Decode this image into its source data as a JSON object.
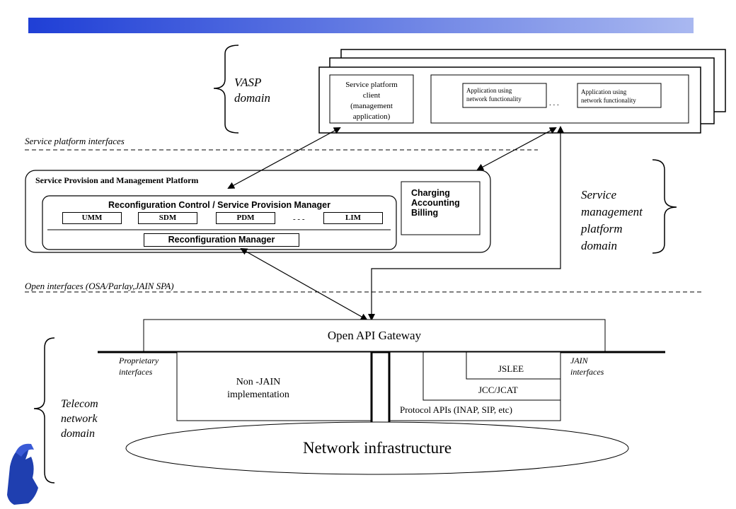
{
  "colors": {
    "banner_start": "#1f3fd6",
    "banner_end": "#a9b8f0",
    "line": "#000000"
  },
  "vasp": {
    "label_line1": "VASP",
    "label_line2": "domain",
    "client": [
      "Service platform",
      "client",
      "(management",
      "application)"
    ],
    "app1": [
      "Application using",
      "network functionality"
    ],
    "app2": [
      "Application using",
      "network functionality"
    ],
    "ellipsis": ". . ."
  },
  "interfaces": {
    "service_platform": "Service platform interfaces",
    "open": "Open interfaces (OSA/Parlay,JAIN SPA)"
  },
  "platform": {
    "title": "Service Provision and Management Platform",
    "rc_title": "Reconfiguration Control / Service Provision Manager",
    "modules": [
      "UMM",
      "SDM",
      "PDM",
      "LIM"
    ],
    "module_dots": "- - -",
    "manager": "Reconfiguration Manager",
    "charging": [
      "Charging",
      "Accounting",
      "Billing"
    ]
  },
  "smp_domain": [
    "Service",
    "management",
    "platform",
    "domain"
  ],
  "telecom": {
    "gateway": "Open API Gateway",
    "proprietary": [
      "Proprietary",
      "interfaces"
    ],
    "jain": [
      "JAIN",
      "interfaces"
    ],
    "non_jain": [
      "Non -JAIN",
      "implementation"
    ],
    "jslee": "JSLEE",
    "jcc": "JCC/JCAT",
    "protocol": "Protocol APIs (INAP, SIP, etc)",
    "network": "Network infrastructure",
    "domain": [
      "Telecom",
      "network",
      "domain"
    ]
  }
}
